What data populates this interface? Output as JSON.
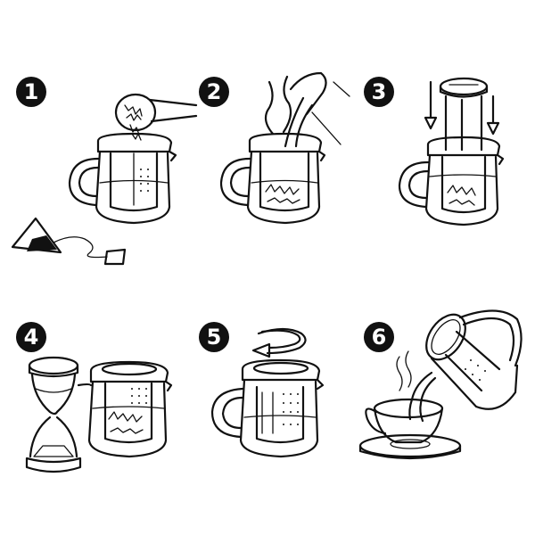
{
  "diagram": {
    "type": "instruction-steps",
    "subject": "tea infuser teapot brewing instructions",
    "colors": {
      "line": "#111111",
      "background": "#ffffff",
      "badge_fill": "#111111",
      "badge_text": "#ffffff"
    },
    "steps": [
      {
        "number": "1",
        "description": "Add loose tea leaves with a scoop into the infuser basket (or use a pyramid tea bag)",
        "icons": [
          "scoop-icon",
          "teapot-icon",
          "tea-bag-icon"
        ]
      },
      {
        "number": "2",
        "description": "Pour hot water from a kettle into the teapot through the infuser",
        "icons": [
          "kettle-spout-icon",
          "steam-icon",
          "teapot-icon"
        ]
      },
      {
        "number": "3",
        "description": "Press the plunger lid down into the infuser",
        "icons": [
          "plunger-lid-icon",
          "down-arrow-icon",
          "teapot-icon"
        ]
      },
      {
        "number": "4",
        "description": "Let the tea steep while the hourglass runs",
        "icons": [
          "hourglass-icon",
          "teapot-icon"
        ]
      },
      {
        "number": "5",
        "description": "Rotate the lid to stop infusion",
        "icons": [
          "rotate-arrow-icon",
          "teapot-icon"
        ]
      },
      {
        "number": "6",
        "description": "Pour the tea into a cup",
        "icons": [
          "teapot-icon",
          "cup-icon",
          "saucer-icon",
          "steam-icon"
        ]
      }
    ]
  }
}
